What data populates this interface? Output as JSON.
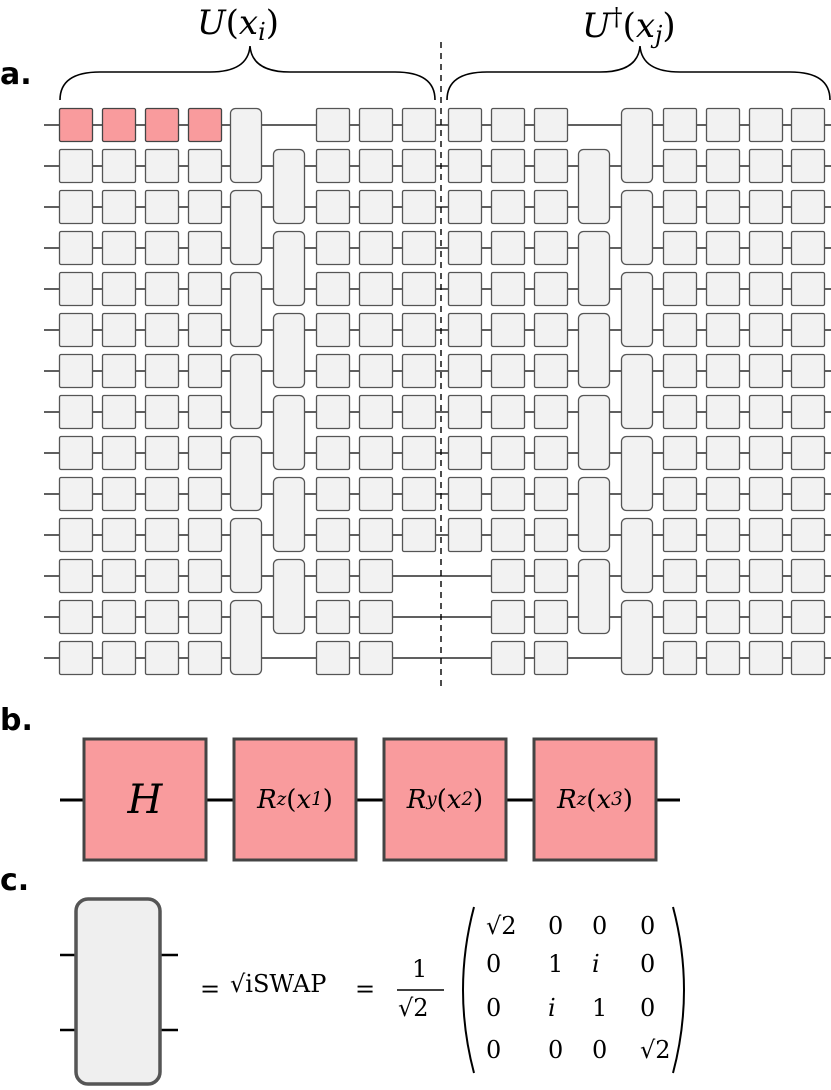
{
  "panels": {
    "a": "a.",
    "b": "b.",
    "c": "c."
  },
  "circuit": {
    "encoding_label": "U(x_i)",
    "inverse_label": "U†(x_j)",
    "num_qubits": 14,
    "colors": {
      "gate_fill": "#f2f2f2",
      "gate_stroke": "#555555",
      "encode_fill": "#f99b9d",
      "encode_stroke": "#444444",
      "wire": "#000000"
    }
  },
  "encoding_gates": {
    "labels": [
      "H",
      "R_z(x_1)",
      "R_y(x_2)",
      "R_z(x_3)"
    ]
  },
  "two_qubit_gate": {
    "name": "√iSWAP",
    "equation_prefix": "=",
    "equation_mid": "=",
    "prefactor_num": "1",
    "prefactor_den": "√2",
    "matrix": [
      [
        "√2",
        "0",
        "0",
        "0"
      ],
      [
        "0",
        "1",
        "i",
        "0"
      ],
      [
        "0",
        "i",
        "1",
        "0"
      ],
      [
        "0",
        "0",
        "0",
        "√2"
      ]
    ]
  }
}
